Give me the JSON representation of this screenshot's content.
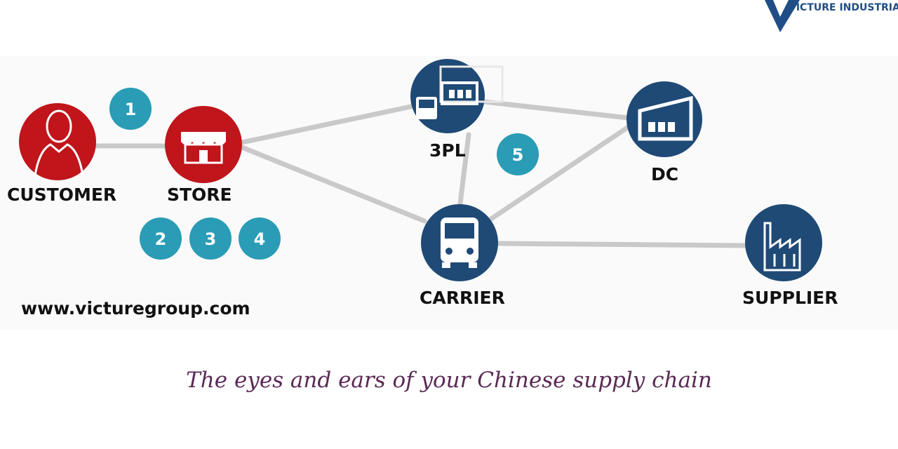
{
  "logo": {
    "text": "VICTURE INDUSTRIA"
  },
  "nodes": {
    "customer": "CUSTOMER",
    "store": "STORE",
    "tpl": "3PL",
    "dc": "DC",
    "carrier": "CARRIER",
    "supplier": "SUPPLIER"
  },
  "badges": [
    "1",
    "2",
    "3",
    "4",
    "5"
  ],
  "website": "www.victuregroup.com",
  "tagline": "The eyes and ears of your Chinese supply chain",
  "colors": {
    "customer_store": "#c0151b",
    "hub_blue": "#1f4a76",
    "badge_teal": "#2a9cb5",
    "connector": "#c9c9c9",
    "tagline": "#5a2a55"
  }
}
